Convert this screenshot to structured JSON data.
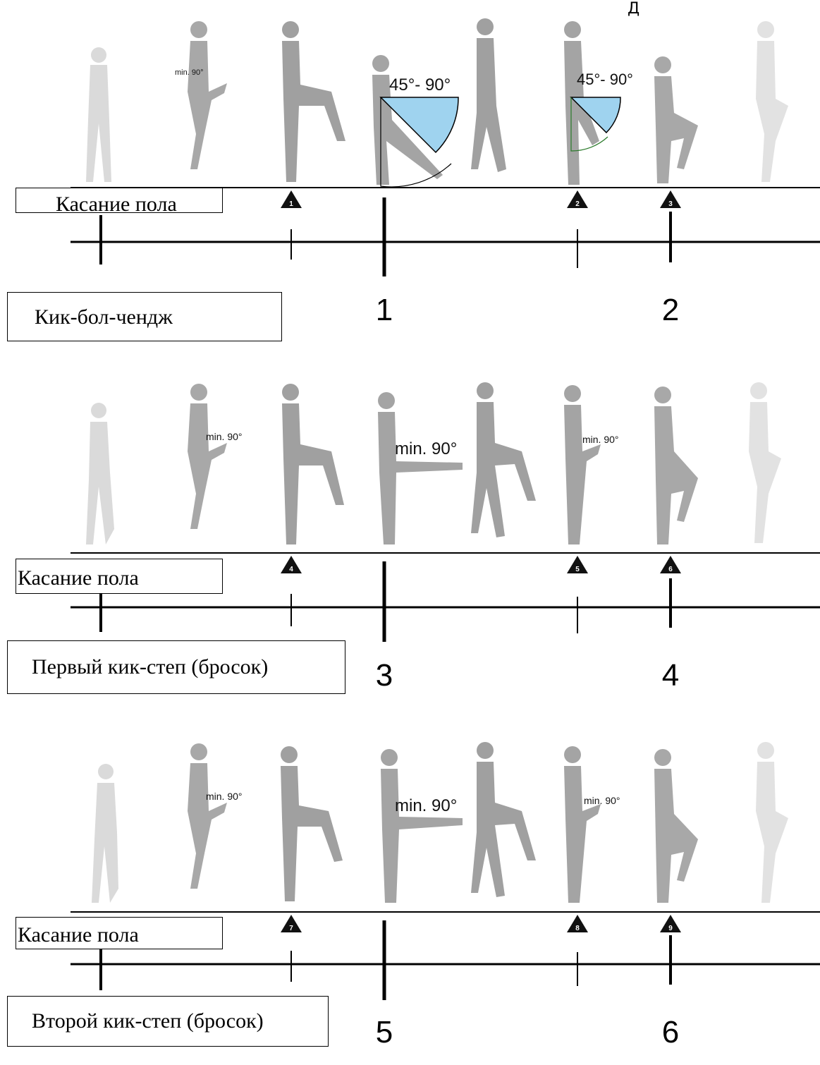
{
  "header_mark": "Д",
  "panels": [
    {
      "floor_label": "Касание пола",
      "name_label": "Кик-бол-чендж",
      "counts": [
        "1",
        "2"
      ],
      "markers": [
        "1",
        "2",
        "3"
      ],
      "angle_labels": [
        "min. 90°",
        "45°- 90°",
        "45°- 90°"
      ]
    },
    {
      "floor_label": "Касание пола",
      "name_label": "Первый кик-степ (бросок)",
      "counts": [
        "3",
        "4"
      ],
      "markers": [
        "4",
        "5",
        "6"
      ],
      "angle_labels": [
        "min. 90°",
        "min. 90°",
        "min. 90°"
      ]
    },
    {
      "floor_label": "Касание пола",
      "name_label": "Второй кик-степ (бросок)",
      "counts": [
        "5",
        "6"
      ],
      "markers": [
        "7",
        "8",
        "9"
      ],
      "angle_labels": [
        "min. 90°",
        "min. 90°",
        "min. 90°"
      ]
    }
  ],
  "colors": {
    "figure_light": "#d6d6d6",
    "figure_mid": "#a8a8a8",
    "figure_dark": "#8c8c8c",
    "angle_fill": "#9fd3ef",
    "line": "#000000"
  }
}
